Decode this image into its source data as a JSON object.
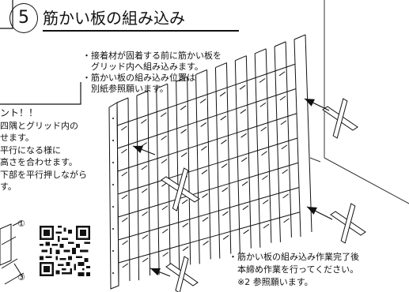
{
  "title": {
    "step_number": "5",
    "text": "筋かい板の組み込み"
  },
  "top_notes": [
    "・接着材が固着する前に筋かい板を",
    "　グリッド内へ組み込みます。",
    "・筋かい板の組み込み位置は",
    "　別紙参照願います。"
  ],
  "side_notes": [
    "ント！！",
    "四隅とグリッド内の",
    "せます。",
    "平行になる様に",
    "高さを合わせます。",
    "下部を平行押しながら",
    "す。"
  ],
  "diagram_labels": {
    "label_1": "①",
    "label_3": "③"
  },
  "bottom_notes": [
    "・筋かい板の組み込み作業完了後",
    "　本締め作業を行ってください。",
    "　※2 参照願います。"
  ],
  "colors": {
    "ink": "#111111",
    "paper": "#ffffff"
  },
  "icons": {
    "qr": "qr-code-icon",
    "arrow": "arrow-icon"
  }
}
